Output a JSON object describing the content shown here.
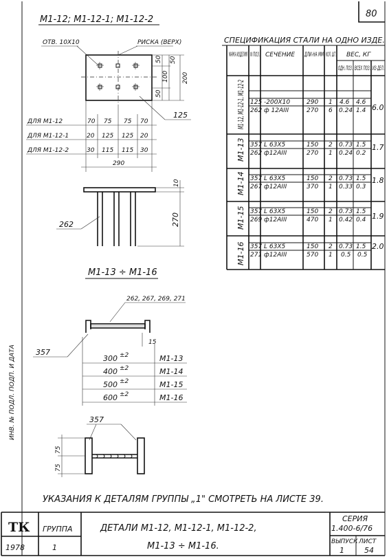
{
  "page_number": "80",
  "top_title": "М1-12; М1-12-1; М1-12-2",
  "plate_view": {
    "hole_label": "ОТВ. 10Х10",
    "mark_label": "РИСКА (ВЕРХ)",
    "dims_vertical": [
      "50",
      "50",
      "100",
      "50",
      "200"
    ],
    "part_number": "125",
    "rows": [
      {
        "label": "ДЛЯ М1-12",
        "dims": [
          "70",
          "75",
          "75",
          "70"
        ]
      },
      {
        "label": "ДЛЯ М1-12-1",
        "dims": [
          "20",
          "125",
          "125",
          "20"
        ]
      },
      {
        "label": "ДЛЯ М1-12-2",
        "dims": [
          "30",
          "115",
          "115",
          "30"
        ]
      }
    ],
    "total_width": "290"
  },
  "side_view": {
    "top_dim": "10",
    "height_dim": "270",
    "part_number": "262"
  },
  "subtitle": "М1-13 ÷ М1-16",
  "angle_view": {
    "parts_label": "262, 267, 269, 271",
    "part_357": "357",
    "dim_15": "15",
    "lengths": [
      {
        "value": "300",
        "tol": "±2",
        "mark": "М1-13"
      },
      {
        "value": "400",
        "tol": "±2",
        "mark": "М1-14"
      },
      {
        "value": "500",
        "tol": "±2",
        "mark": "М1-15"
      },
      {
        "value": "600",
        "tol": "±2",
        "mark": "М1-16"
      }
    ]
  },
  "section_view": {
    "part_357": "357",
    "dim_a": "75",
    "dim_b": "75"
  },
  "spec": {
    "title": "СПЕЦИФИКАЦИЯ СТАЛИ НА ОДНО ИЗДЕ.",
    "headers": {
      "mark": "МАРКА ИЗДЕЛИЯ",
      "n": "N ПОЗ.",
      "section": "СЕЧЕНИЕ",
      "length": "ДЛИ-НА ММ",
      "qty": "КОЛ. ШТ.",
      "weight": "ВЕС, КГ",
      "one": "ОДН. ПОЗ.",
      "all": "ВСЕХ ПОЗ.",
      "item": "ИЗ-ДЕЛ."
    },
    "groups": [
      {
        "mark": "М1-12, М1-12-1, М1-12-2",
        "total": "6.0",
        "rows": [
          {
            "n": "125",
            "section": "-200Х10",
            "len": "290",
            "qty": "1",
            "one": "4.6",
            "all": "4.6"
          },
          {
            "n": "262",
            "section": "ф 12АIII",
            "len": "270",
            "qty": "6",
            "one": "0.24",
            "all": "1.4"
          }
        ]
      },
      {
        "mark": "М1-13",
        "total": "1.7",
        "rows": [
          {
            "n": "357",
            "section": "L 63Х5",
            "len": "150",
            "qty": "2",
            "one": "0.73",
            "all": "1.5"
          },
          {
            "n": "262",
            "section": "ф12АIII",
            "len": "270",
            "qty": "1",
            "one": "0.24",
            "all": "0.2"
          }
        ]
      },
      {
        "mark": "М1-14",
        "total": "1.8",
        "rows": [
          {
            "n": "357",
            "section": "L 63Х5",
            "len": "150",
            "qty": "2",
            "one": "0.73",
            "all": "1.5"
          },
          {
            "n": "267",
            "section": "ф12АIII",
            "len": "370",
            "qty": "1",
            "one": "0.33",
            "all": "0.3"
          }
        ]
      },
      {
        "mark": "М1-15",
        "total": "1.9",
        "rows": [
          {
            "n": "357",
            "section": "L 63Х5",
            "len": "150",
            "qty": "2",
            "one": "0.73",
            "all": "1.5"
          },
          {
            "n": "269",
            "section": "ф12АIII",
            "len": "470",
            "qty": "1",
            "one": "0.42",
            "all": "0.4"
          }
        ]
      },
      {
        "mark": "М1-16",
        "total": "2.0",
        "rows": [
          {
            "n": "357",
            "section": "L 63Х5",
            "len": "150",
            "qty": "2",
            "one": "0.73",
            "all": "1.5"
          },
          {
            "n": "271",
            "section": "ф12АIII",
            "len": "570",
            "qty": "1",
            "one": "0.5",
            "all": "0.5"
          }
        ]
      }
    ]
  },
  "side_stamp": "ИНВ. № ПОДЛ. ПОДП. И ДАТА",
  "note": "УКАЗАНИЯ К ДЕТАЛЯМ ГРУППЫ „1\" СМОТРЕТЬ НА ЛИСТЕ 39.",
  "title_block": {
    "org": "ТК",
    "year": "1978",
    "group_label": "ГРУППА",
    "group_value": "1",
    "title_line1": "ДЕТАЛИ М1-12, М1-12-1, М1-12-2,",
    "title_line2": "М1-13 ÷ М1-16.",
    "series_label": "СЕРИЯ",
    "series_value": "1.400-6/76",
    "issue_label": "ВЫПУСК",
    "issue_value": "1",
    "sheet_label": "ЛИСТ",
    "sheet_value": "54"
  }
}
